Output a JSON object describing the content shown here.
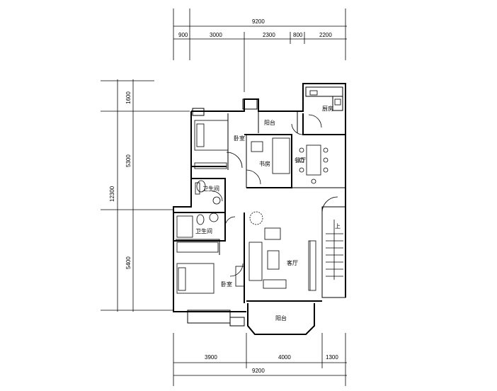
{
  "dimensions": {
    "top_total": "9200",
    "top_segments": [
      "900",
      "3000",
      "2300",
      "800",
      "2200"
    ],
    "left_total": "12300",
    "left_segments": [
      "1600",
      "5300",
      "5400"
    ],
    "bottom_segments": [
      "3900",
      "4000",
      "1300"
    ],
    "bottom_total": "9200"
  },
  "rooms": {
    "kitchen": "厨房",
    "balcony_top": "阳台",
    "bedroom_top": "卧室",
    "study": "书房",
    "dining": "餐厅",
    "bathroom_top": "卫生间",
    "bathroom_bottom": "卫生间",
    "bedroom_bottom": "卧室",
    "living": "客厅",
    "stair_up": "上",
    "balcony_bottom": "阳台"
  }
}
